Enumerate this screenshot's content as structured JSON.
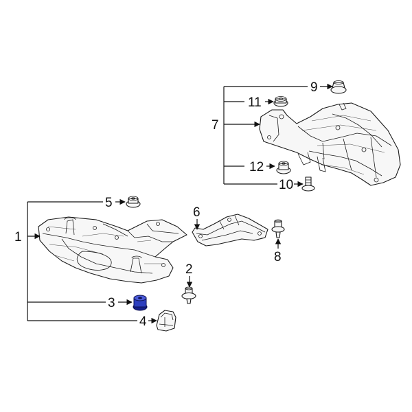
{
  "diagram": {
    "callouts": [
      {
        "id": "c1",
        "label": "1"
      },
      {
        "id": "c2",
        "label": "2"
      },
      {
        "id": "c3",
        "label": "3"
      },
      {
        "id": "c4",
        "label": "4"
      },
      {
        "id": "c5",
        "label": "5"
      },
      {
        "id": "c6",
        "label": "6"
      },
      {
        "id": "c7",
        "label": "7"
      },
      {
        "id": "c8",
        "label": "8"
      },
      {
        "id": "c9",
        "label": "9"
      },
      {
        "id": "c10",
        "label": "10"
      },
      {
        "id": "c11",
        "label": "11"
      },
      {
        "id": "c12",
        "label": "12"
      }
    ],
    "colors": {
      "line": "#111111",
      "part_fill": "#f7f7f7",
      "highlight": "#2d3fbf",
      "highlight_dark": "#16208a"
    },
    "highlighted_part": "3"
  }
}
